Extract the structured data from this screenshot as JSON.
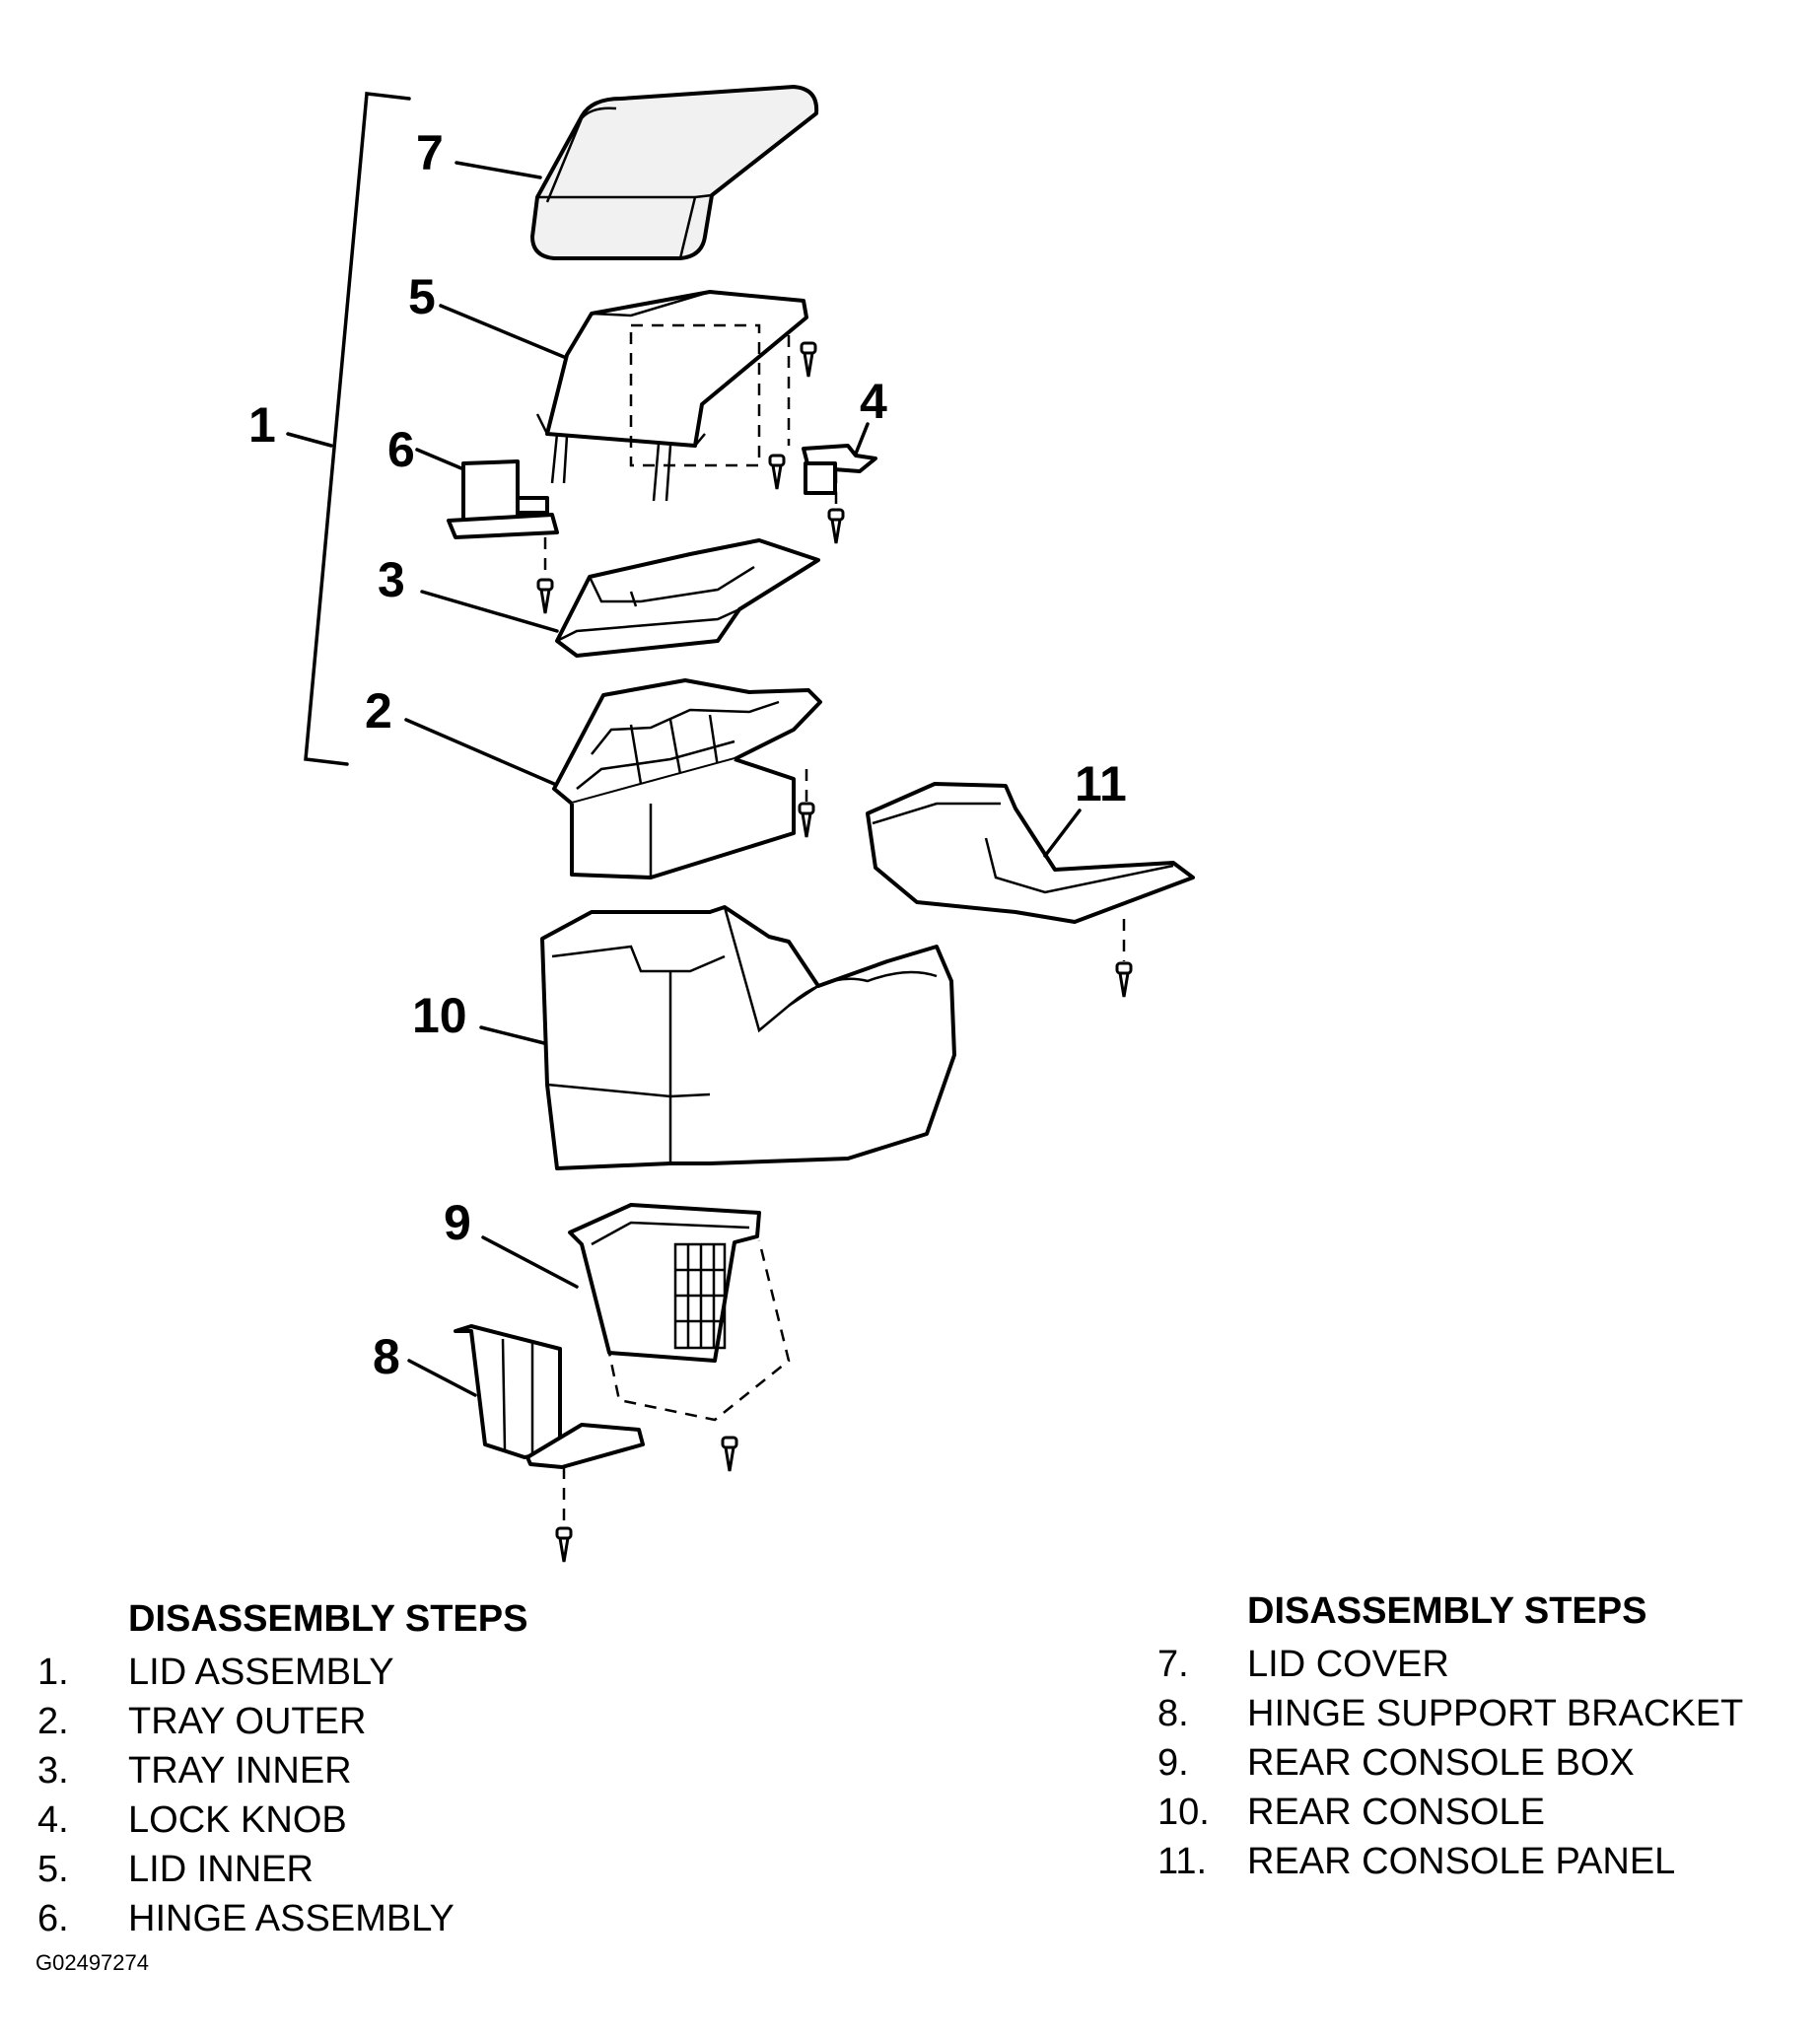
{
  "callouts": {
    "c1": "1",
    "c2": "2",
    "c3": "3",
    "c4": "4",
    "c5": "5",
    "c6": "6",
    "c7": "7",
    "c8": "8",
    "c9": "9",
    "c10": "10",
    "c11": "11"
  },
  "steps_left": {
    "heading": "DISASSEMBLY STEPS",
    "items": [
      {
        "num": "1.",
        "label": "LID ASSEMBLY"
      },
      {
        "num": "2.",
        "label": "TRAY OUTER"
      },
      {
        "num": "3.",
        "label": "TRAY INNER"
      },
      {
        "num": "4.",
        "label": "LOCK KNOB"
      },
      {
        "num": "5.",
        "label": "LID INNER"
      },
      {
        "num": "6.",
        "label": "HINGE ASSEMBLY"
      }
    ]
  },
  "steps_right": {
    "heading": "DISASSEMBLY STEPS",
    "items": [
      {
        "num": "7.",
        "label": "LID COVER"
      },
      {
        "num": "8.",
        "label": "HINGE SUPPORT BRACKET"
      },
      {
        "num": "9.",
        "label": "REAR CONSOLE BOX"
      },
      {
        "num": "10.",
        "label": "REAR CONSOLE"
      },
      {
        "num": "11.",
        "label": "REAR CONSOLE PANEL"
      }
    ]
  },
  "figure_id": "G02497274"
}
